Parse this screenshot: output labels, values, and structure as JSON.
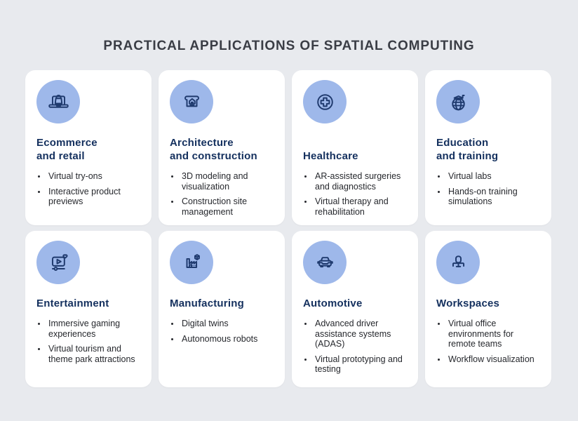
{
  "title": "PRACTICAL APPLICATIONS OF SPATIAL COMPUTING",
  "colors": {
    "background": "#e8eaee",
    "card_background": "#ffffff",
    "icon_circle": "#9eb8ea",
    "icon_stroke": "#1f3a6e",
    "card_title": "#14305e",
    "body_text": "#26282d",
    "heading_text": "#3a3d45"
  },
  "cards": [
    {
      "id": "ecommerce",
      "icon": "laptop-shopping-bag-icon",
      "title": "Ecommerce\nand retail",
      "bullets": [
        "Virtual try-ons",
        "Interactive product previews"
      ]
    },
    {
      "id": "architecture",
      "icon": "blueprint-house-icon",
      "title": "Architecture\nand construction",
      "bullets": [
        "3D modeling and visualization",
        "Construction site management"
      ]
    },
    {
      "id": "healthcare",
      "icon": "medical-cross-icon",
      "title": "Healthcare",
      "bullets": [
        "AR-assisted surgeries and diagnostics",
        "Virtual therapy and rehabilitation"
      ]
    },
    {
      "id": "education",
      "icon": "globe-graduation-cap-icon",
      "title": "Education\nand training",
      "bullets": [
        "Virtual labs",
        "Hands-on training simulations"
      ]
    },
    {
      "id": "entertainment",
      "icon": "media-player-heart-icon",
      "title": "Entertainment",
      "bullets": [
        "Immersive gaming experiences",
        "Virtual tourism and theme park attractions"
      ]
    },
    {
      "id": "manufacturing",
      "icon": "factory-cube-icon",
      "title": "Manufacturing",
      "bullets": [
        "Digital twins",
        "Autonomous robots"
      ]
    },
    {
      "id": "automotive",
      "icon": "car-front-icon",
      "title": "Automotive",
      "bullets": [
        "Advanced driver assistance systems (ADAS)",
        "Virtual prototyping and testing"
      ]
    },
    {
      "id": "workspaces",
      "icon": "office-chair-icon",
      "title": "Workspaces",
      "bullets": [
        "Virtual office environments for remote teams",
        "Workflow visualization"
      ]
    }
  ]
}
